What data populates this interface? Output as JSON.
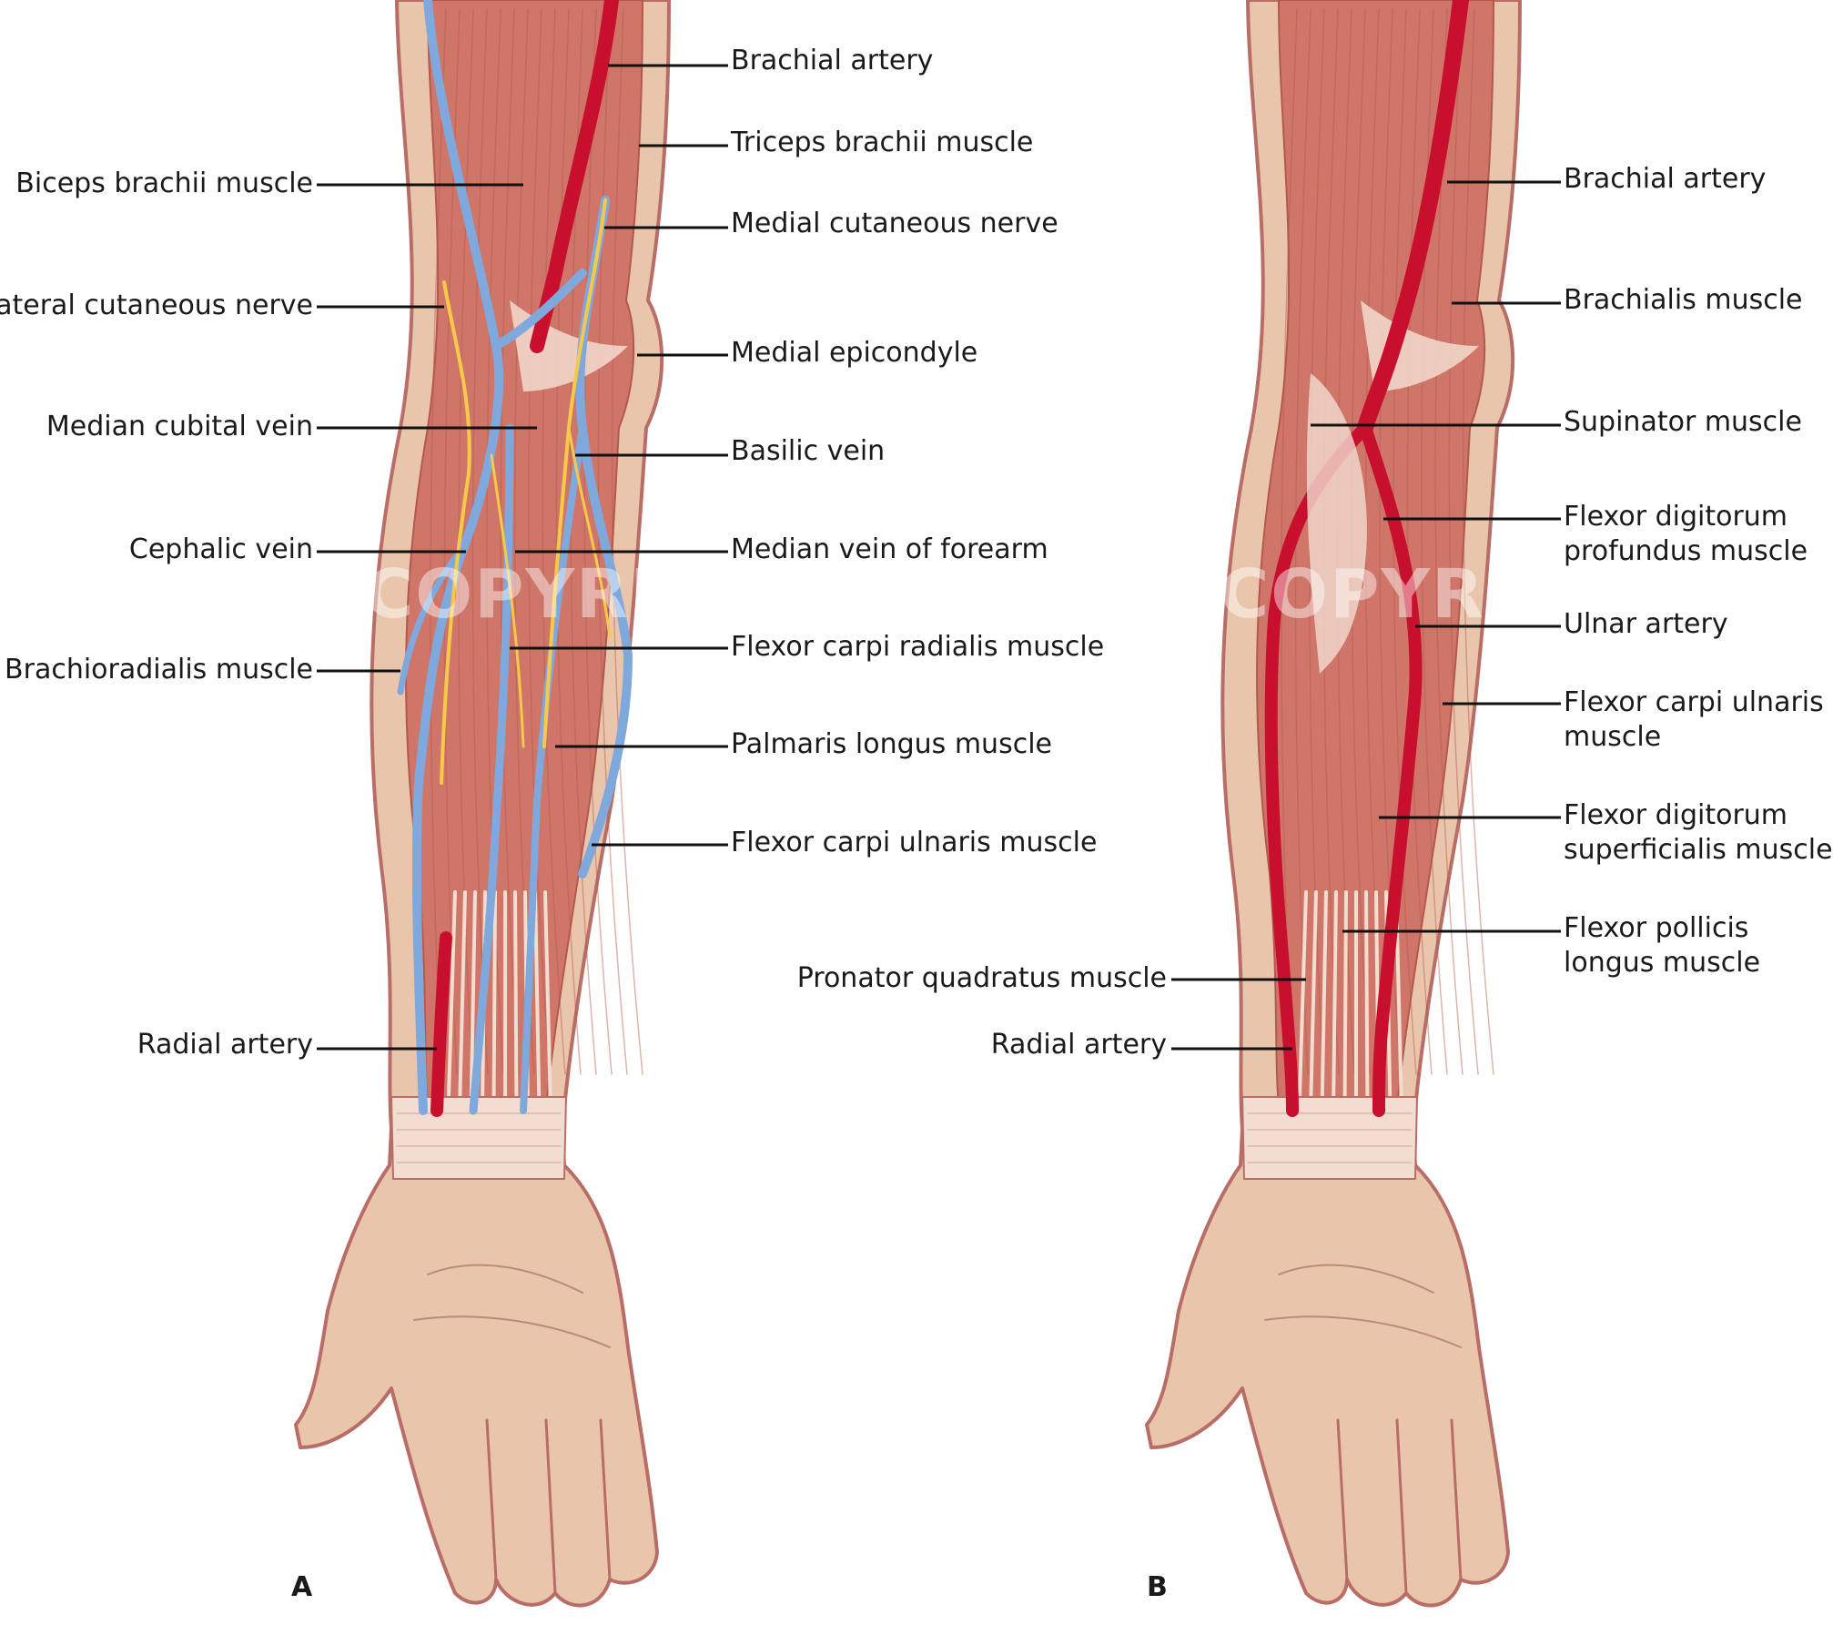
{
  "watermark": "COPYRIGHT",
  "colors": {
    "skin": "#e9c6ab",
    "skin_outline": "#b96d67",
    "muscle": "#cf7668",
    "muscle_dark": "#b4584e",
    "tendon": "#f3dcd0",
    "artery": "#c8102e",
    "vein": "#7fa9dd",
    "nerve": "#f7c948"
  },
  "panels": [
    {
      "letter": "A",
      "labels": [
        {
          "id": "brachial-artery",
          "text": "Brachial artery"
        },
        {
          "id": "triceps-brachii-muscle",
          "text": "Triceps brachii muscle"
        },
        {
          "id": "biceps-brachii-muscle",
          "text": "Biceps brachii muscle"
        },
        {
          "id": "medial-cutaneous-nerve",
          "text": "Medial cutaneous nerve"
        },
        {
          "id": "lateral-cutaneous-nerve",
          "text": "Lateral cutaneous nerve"
        },
        {
          "id": "medial-epicondyle",
          "text": "Medial epicondyle"
        },
        {
          "id": "median-cubital-vein",
          "text": "Median cubital vein"
        },
        {
          "id": "basilic-vein",
          "text": "Basilic vein"
        },
        {
          "id": "cephalic-vein",
          "text": "Cephalic vein"
        },
        {
          "id": "median-vein-of-forearm",
          "text": "Median vein of forearm"
        },
        {
          "id": "flexor-carpi-radialis-muscle",
          "text": "Flexor carpi radialis muscle"
        },
        {
          "id": "brachioradialis-muscle",
          "text": "Brachioradialis muscle"
        },
        {
          "id": "palmaris-longus-muscle",
          "text": "Palmaris longus muscle"
        },
        {
          "id": "flexor-carpi-ulnaris-muscle",
          "text": "Flexor carpi ulnaris muscle"
        },
        {
          "id": "radial-artery",
          "text": "Radial artery"
        }
      ]
    },
    {
      "letter": "B",
      "labels": [
        {
          "id": "brachial-artery",
          "text": "Brachial artery"
        },
        {
          "id": "brachialis-muscle",
          "text": "Brachialis muscle"
        },
        {
          "id": "supinator-muscle",
          "text": "Supinator muscle"
        },
        {
          "id": "flexor-digitorum-profundus-muscle",
          "text": "Flexor digitorum profundus muscle"
        },
        {
          "id": "ulnar-artery",
          "text": "Ulnar artery"
        },
        {
          "id": "flexor-carpi-ulnaris-muscle",
          "text": "Flexor carpi ulnaris muscle"
        },
        {
          "id": "flexor-digitorum-superficialis-muscle",
          "text": "Flexor digitorum superficialis muscle"
        },
        {
          "id": "flexor-pollicis-longus-muscle",
          "text": "Flexor pollicis longus muscle"
        },
        {
          "id": "pronator-quadratus-muscle",
          "text": "Pronator quadratus muscle"
        },
        {
          "id": "radial-artery",
          "text": "Radial artery"
        }
      ]
    }
  ]
}
